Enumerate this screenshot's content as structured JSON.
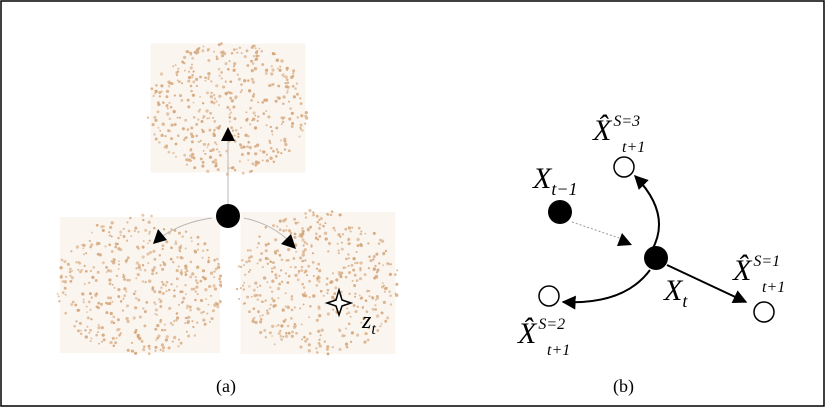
{
  "panel_a": {
    "caption": "(a)",
    "observation_label": "z",
    "observation_subscript": "t",
    "dot_color": "#d4a67a"
  },
  "panel_b": {
    "caption": "(b)",
    "prev_state": {
      "base": "X",
      "sub": "t−1"
    },
    "current_state": {
      "base": "X",
      "sub": "t"
    },
    "predictions": [
      {
        "base": "X̂",
        "sup": "S=3",
        "sub": "t+1"
      },
      {
        "base": "X̂",
        "sup": "S=1",
        "sub": "t+1"
      },
      {
        "base": "X̂",
        "sup": "S=2",
        "sub": "t+1"
      }
    ]
  }
}
